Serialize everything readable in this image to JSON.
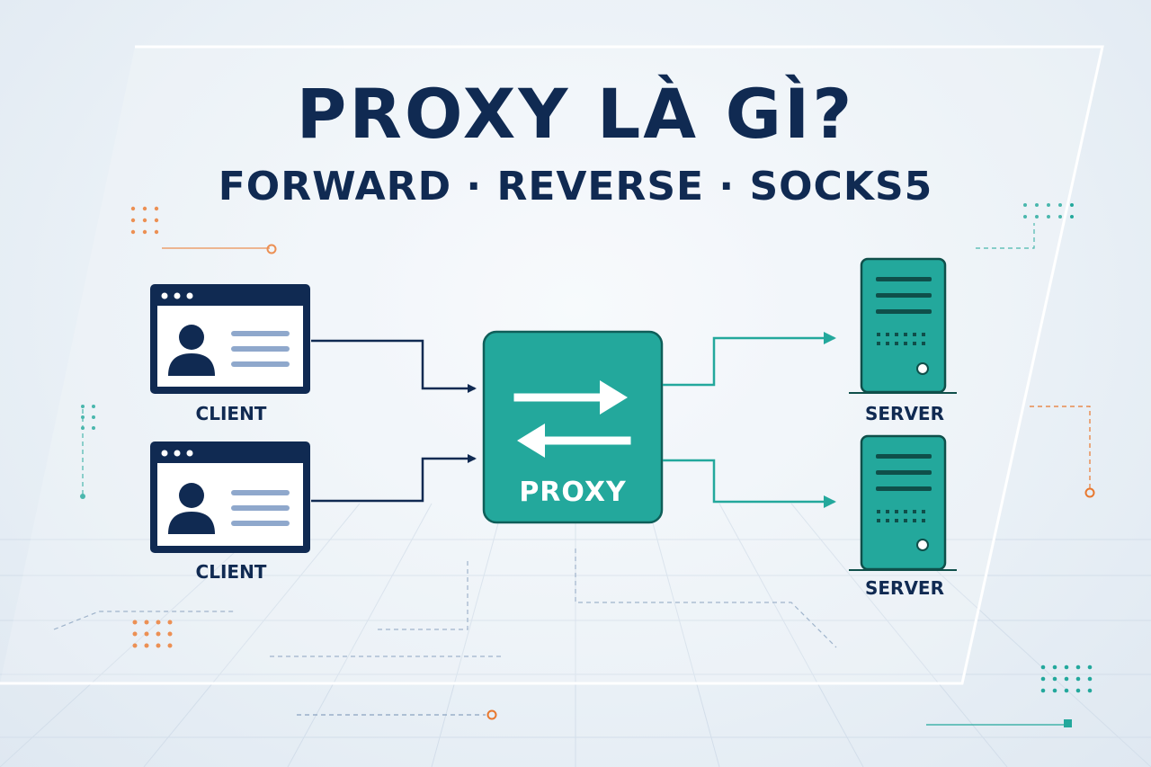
{
  "header": {
    "title": "PROXY LÀ GÌ?",
    "subtitle": "FORWARD · REVERSE · SOCKS5"
  },
  "nodes": {
    "clients": [
      {
        "label": "CLIENT"
      },
      {
        "label": "CLIENT"
      }
    ],
    "proxy": {
      "label": "PROXY"
    },
    "servers": [
      {
        "label": "SERVER"
      },
      {
        "label": "SERVER"
      }
    ]
  },
  "colors": {
    "navy": "#102a52",
    "teal": "#23a89c",
    "teal_dark": "#0f5e59",
    "orange": "#e8782f",
    "background": "#eef3f8"
  }
}
